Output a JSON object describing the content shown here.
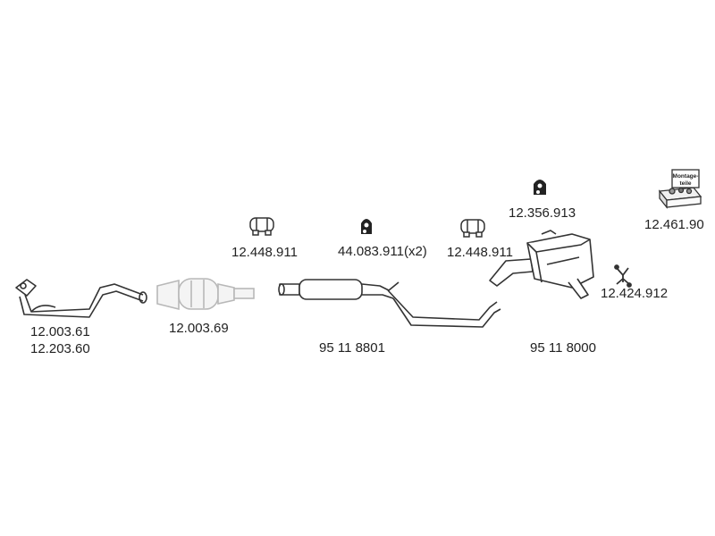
{
  "parts": [
    {
      "id": "front-pipe",
      "codes": [
        "12.003.61",
        "12.203.60"
      ]
    },
    {
      "id": "catalytic-converter",
      "codes": [
        "12.003.69"
      ]
    },
    {
      "id": "clamp-left",
      "codes": [
        "12.448.911"
      ]
    },
    {
      "id": "rubber-hanger-middle",
      "codes": [
        "44.083.911(x2)"
      ]
    },
    {
      "id": "clamp-right",
      "codes": [
        "12.448.911"
      ]
    },
    {
      "id": "rubber-hanger-rear",
      "codes": [
        "12.356.913"
      ]
    },
    {
      "id": "mounting-kit",
      "codes": [
        "12.461.90"
      ],
      "box_text": [
        "Montage-",
        "teile"
      ]
    },
    {
      "id": "middle-silencer",
      "codes": [
        "95 11 8801"
      ]
    },
    {
      "id": "rear-silencer",
      "codes": [
        "95 11 8000"
      ]
    },
    {
      "id": "gasket",
      "codes": [
        "12.424.912"
      ]
    }
  ],
  "colors": {
    "line": "#333333",
    "faded": "#b8b8b8",
    "text": "#222222"
  }
}
